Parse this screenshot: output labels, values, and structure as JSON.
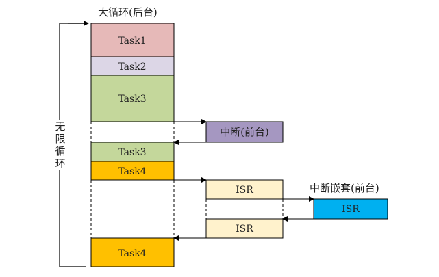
{
  "title": "大循环(后台)",
  "loop_label": "无限循环",
  "nested_label": "中断嵌套(前台)",
  "blocks": {
    "task1": "Task1",
    "task2": "Task2",
    "task3a": "Task3",
    "interrupt": "中断(前台)",
    "task3b": "Task3",
    "task4a": "Task4",
    "isr1": "ISR",
    "nested_isr": "ISR",
    "isr2": "ISR",
    "task4b": "Task4"
  },
  "colors": {
    "task1": "#e6b9b8",
    "task2": "#dcd6e6",
    "task3": "#c4d79b",
    "task4": "#ffc000",
    "interrupt": "#a597c1",
    "isr": "#fff2cc",
    "nested_isr": "#00b0f0"
  }
}
